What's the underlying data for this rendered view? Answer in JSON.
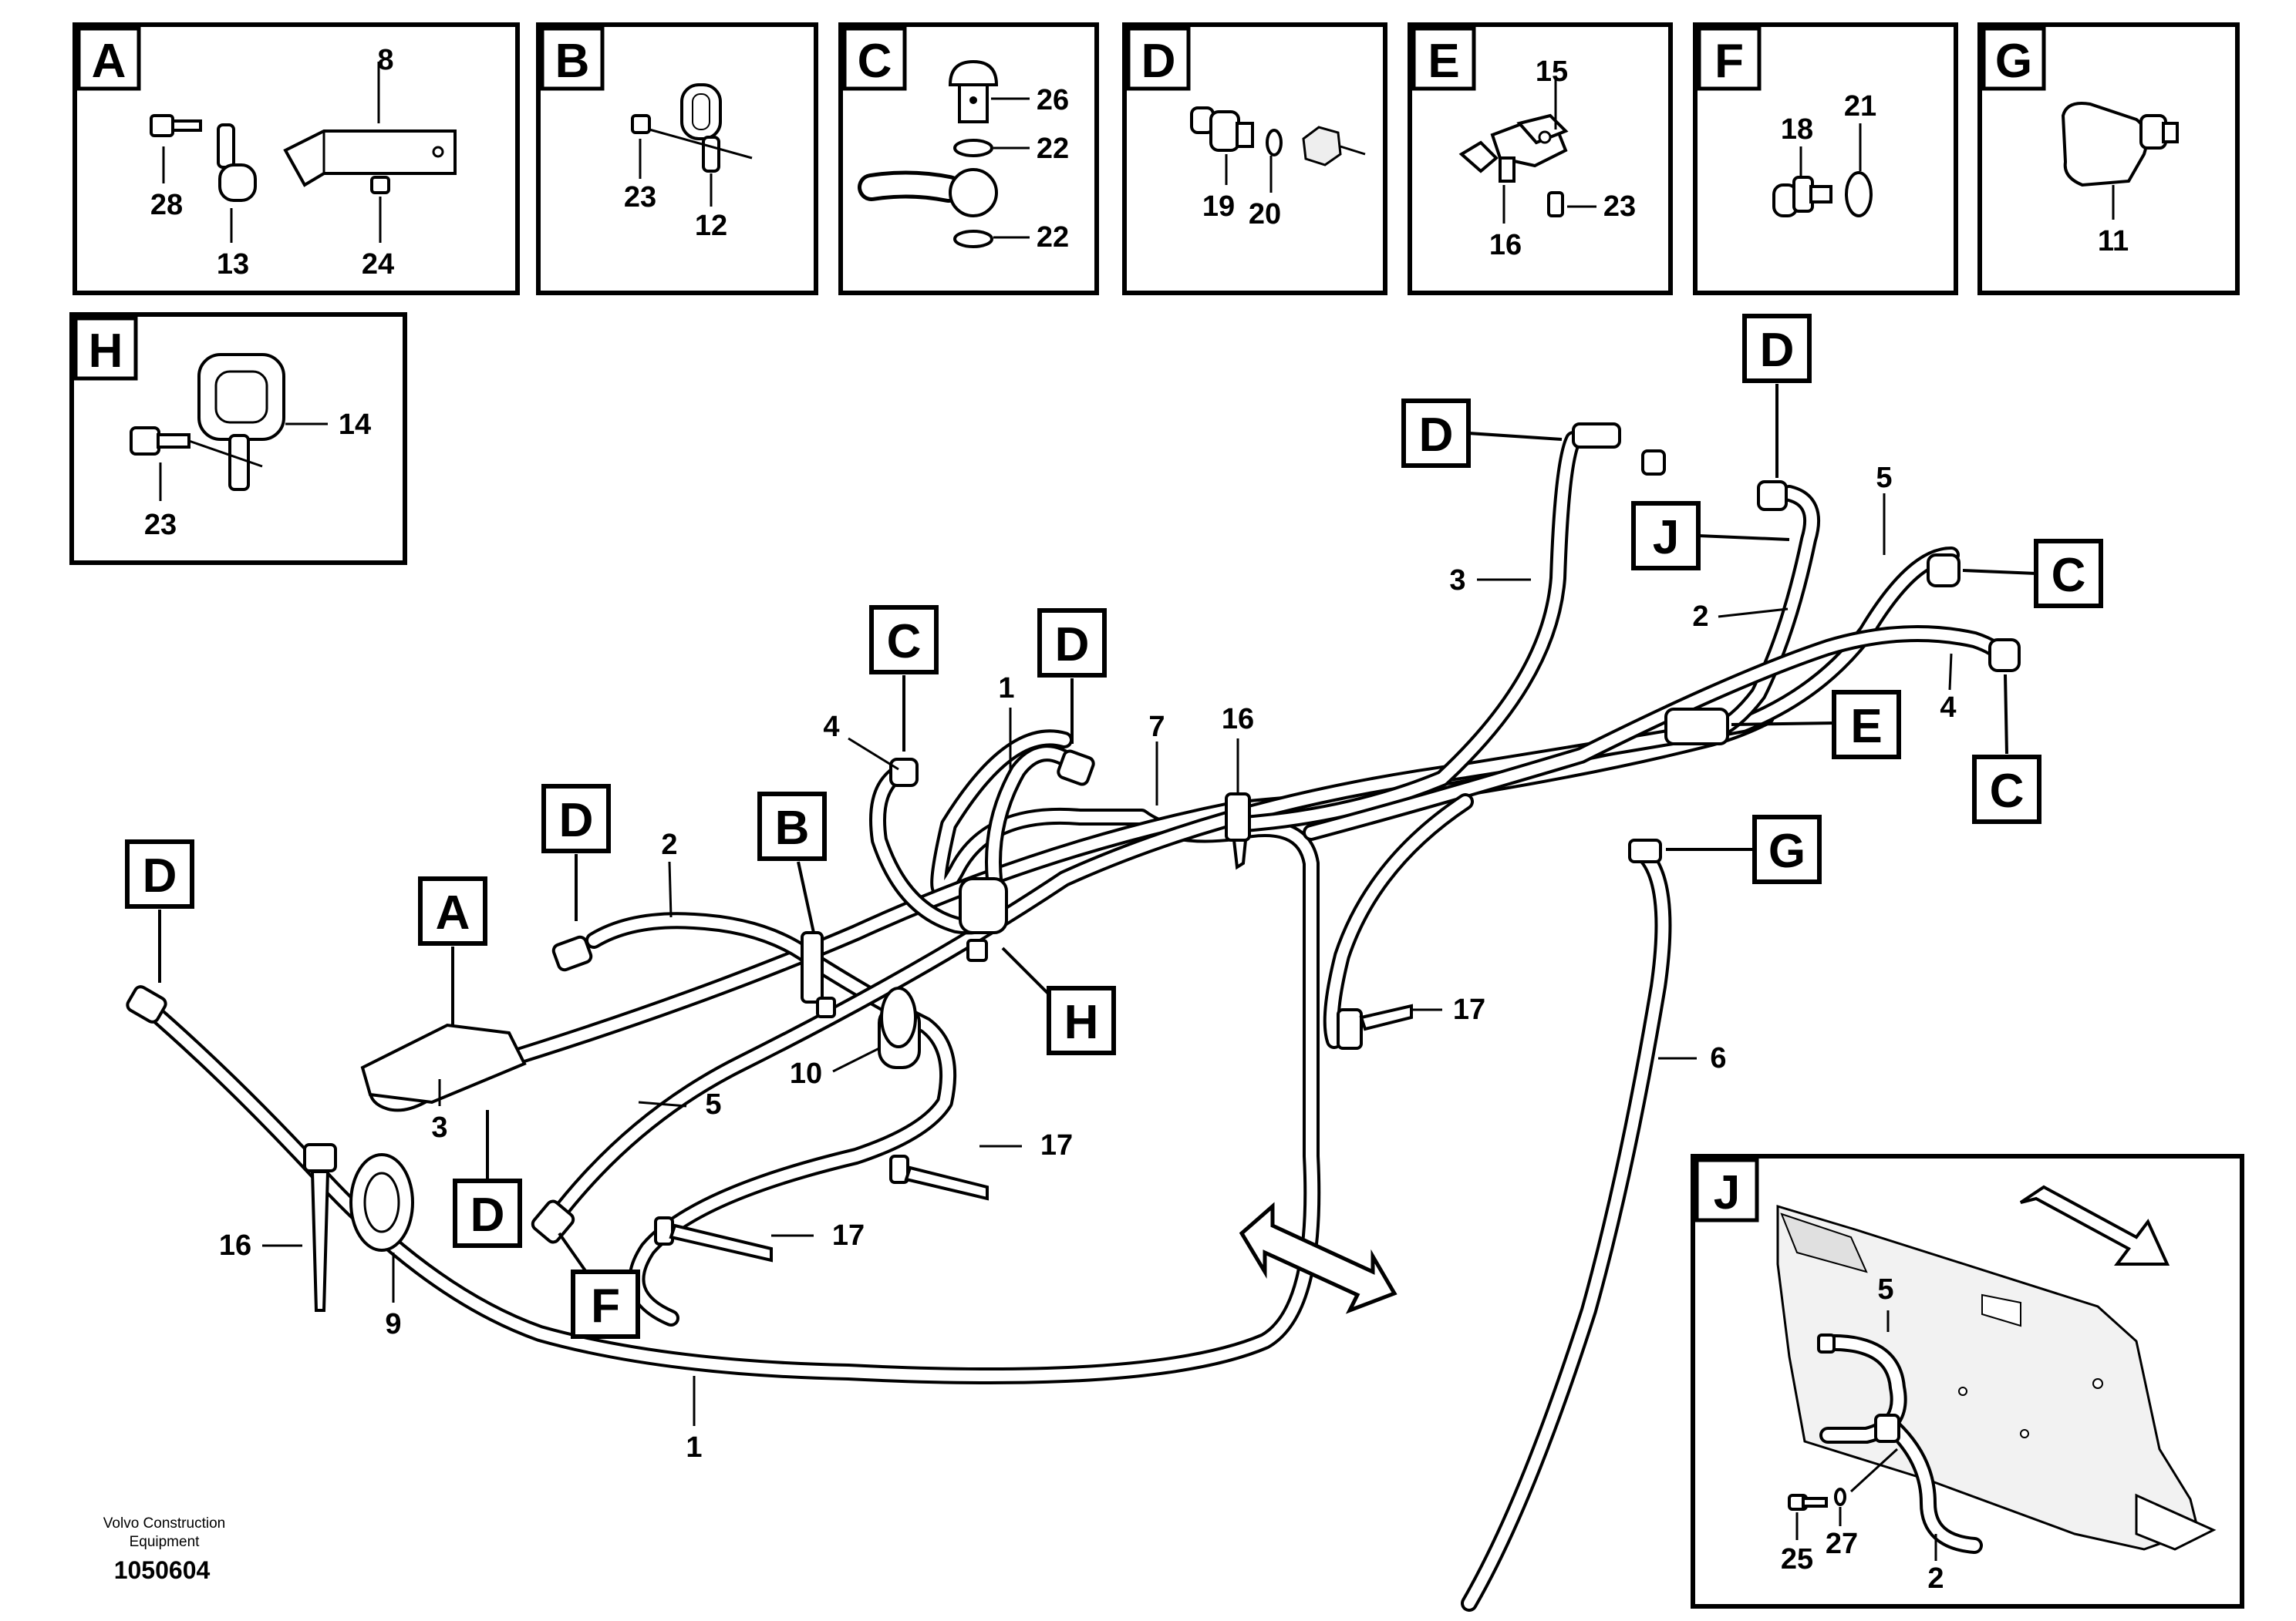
{
  "detail_panels": [
    {
      "letter": "A",
      "labels": [
        "8",
        "28",
        "13",
        "24"
      ]
    },
    {
      "letter": "B",
      "labels": [
        "23",
        "12"
      ]
    },
    {
      "letter": "C",
      "labels": [
        "26",
        "22",
        "22"
      ]
    },
    {
      "letter": "D",
      "labels": [
        "19",
        "20"
      ]
    },
    {
      "letter": "E",
      "labels": [
        "15",
        "23",
        "16"
      ]
    },
    {
      "letter": "F",
      "labels": [
        "18",
        "21"
      ]
    },
    {
      "letter": "G",
      "labels": [
        "11"
      ]
    },
    {
      "letter": "H",
      "labels": [
        "14",
        "23"
      ]
    },
    {
      "letter": "J",
      "labels": [
        "5",
        "25",
        "27",
        "2"
      ]
    }
  ],
  "callouts": {
    "D1": "D",
    "D2": "D",
    "D3": "D",
    "D4": "D",
    "D5": "D",
    "D6": "D",
    "C1": "C",
    "C2": "C",
    "C3": "C",
    "A": "A",
    "B": "B",
    "E": "E",
    "F": "F",
    "G": "G",
    "H": "H",
    "J": "J"
  },
  "part_numbers": {
    "n1_top": "1",
    "n1_bottom": "1",
    "n2_left": "2",
    "n2_right": "2",
    "n3_left": "3",
    "n3_right": "3",
    "n4_left": "4",
    "n4_right": "4",
    "n5_left": "5",
    "n5_right": "5",
    "n6": "6",
    "n7": "7",
    "n9": "9",
    "n10": "10",
    "n16_left": "16",
    "n16_mid": "16",
    "n17_a": "17",
    "n17_b": "17",
    "n17_c": "17"
  },
  "footer": {
    "company_line1": "Volvo Construction",
    "company_line2": "Equipment",
    "doc_number": "1050604"
  }
}
